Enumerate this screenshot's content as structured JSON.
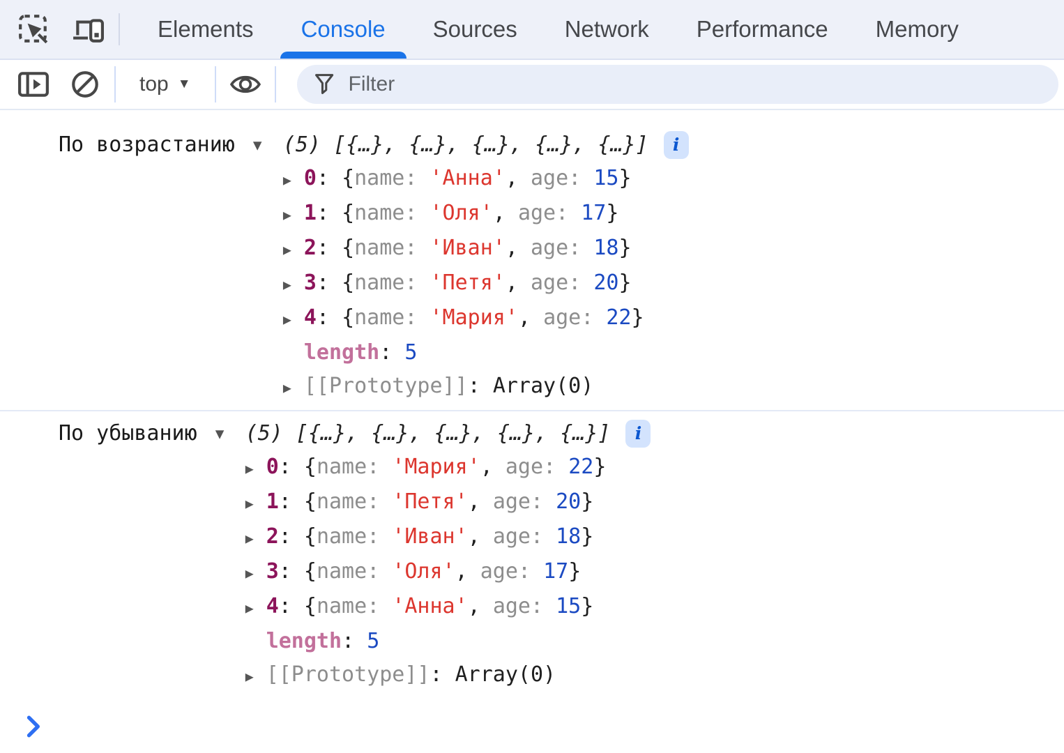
{
  "tabbar": {
    "tabs": [
      {
        "label": "Elements"
      },
      {
        "label": "Console"
      },
      {
        "label": "Sources"
      },
      {
        "label": "Network"
      },
      {
        "label": "Performance"
      },
      {
        "label": "Memory"
      }
    ],
    "active_tab": "Console"
  },
  "toolbar": {
    "context_selector": "top",
    "filter_placeholder": "Filter"
  },
  "glyphs": {
    "expanded_caret": "▼",
    "collapsed_caret": "▶",
    "dropdown_caret": "▼",
    "info_badge": "i"
  },
  "syntax": {
    "colon_space": ": ",
    "comma_space": ", ",
    "open_brace": "{",
    "close_brace": "}"
  },
  "colors": {
    "accent_blue": "#1a73e8",
    "tabbar_bg": "#eef1f9",
    "filter_bg": "#e9eef9",
    "string_red": "#dc362e",
    "number_blue": "#1b4ac2",
    "index_magenta": "#8c145a",
    "length_pink": "#c2709b",
    "muted_gray": "#8d8d8d",
    "badge_bg": "#d3e3fd",
    "badge_fg": "#0b57d0",
    "prompt_blue": "#2e6ff2"
  },
  "console": {
    "groups": [
      {
        "label": "По возрастанию",
        "preview": "(5) [{…}, {…}, {…}, {…}, {…}]",
        "entries": [
          {
            "index": "0",
            "name_key": "name",
            "name": "'Анна'",
            "age_key": "age",
            "age": "15"
          },
          {
            "index": "1",
            "name_key": "name",
            "name": "'Оля'",
            "age_key": "age",
            "age": "17"
          },
          {
            "index": "2",
            "name_key": "name",
            "name": "'Иван'",
            "age_key": "age",
            "age": "18"
          },
          {
            "index": "3",
            "name_key": "name",
            "name": "'Петя'",
            "age_key": "age",
            "age": "20"
          },
          {
            "index": "4",
            "name_key": "name",
            "name": "'Мария'",
            "age_key": "age",
            "age": "22"
          }
        ],
        "length_key": "length",
        "length_value": "5",
        "prototype_key": "[[Prototype]]",
        "prototype_value": "Array(0)"
      },
      {
        "label": "По убыванию",
        "preview": "(5) [{…}, {…}, {…}, {…}, {…}]",
        "entries": [
          {
            "index": "0",
            "name_key": "name",
            "name": "'Мария'",
            "age_key": "age",
            "age": "22"
          },
          {
            "index": "1",
            "name_key": "name",
            "name": "'Петя'",
            "age_key": "age",
            "age": "20"
          },
          {
            "index": "2",
            "name_key": "name",
            "name": "'Иван'",
            "age_key": "age",
            "age": "18"
          },
          {
            "index": "3",
            "name_key": "name",
            "name": "'Оля'",
            "age_key": "age",
            "age": "17"
          },
          {
            "index": "4",
            "name_key": "name",
            "name": "'Анна'",
            "age_key": "age",
            "age": "15"
          }
        ],
        "length_key": "length",
        "length_value": "5",
        "prototype_key": "[[Prototype]]",
        "prototype_value": "Array(0)"
      }
    ]
  }
}
